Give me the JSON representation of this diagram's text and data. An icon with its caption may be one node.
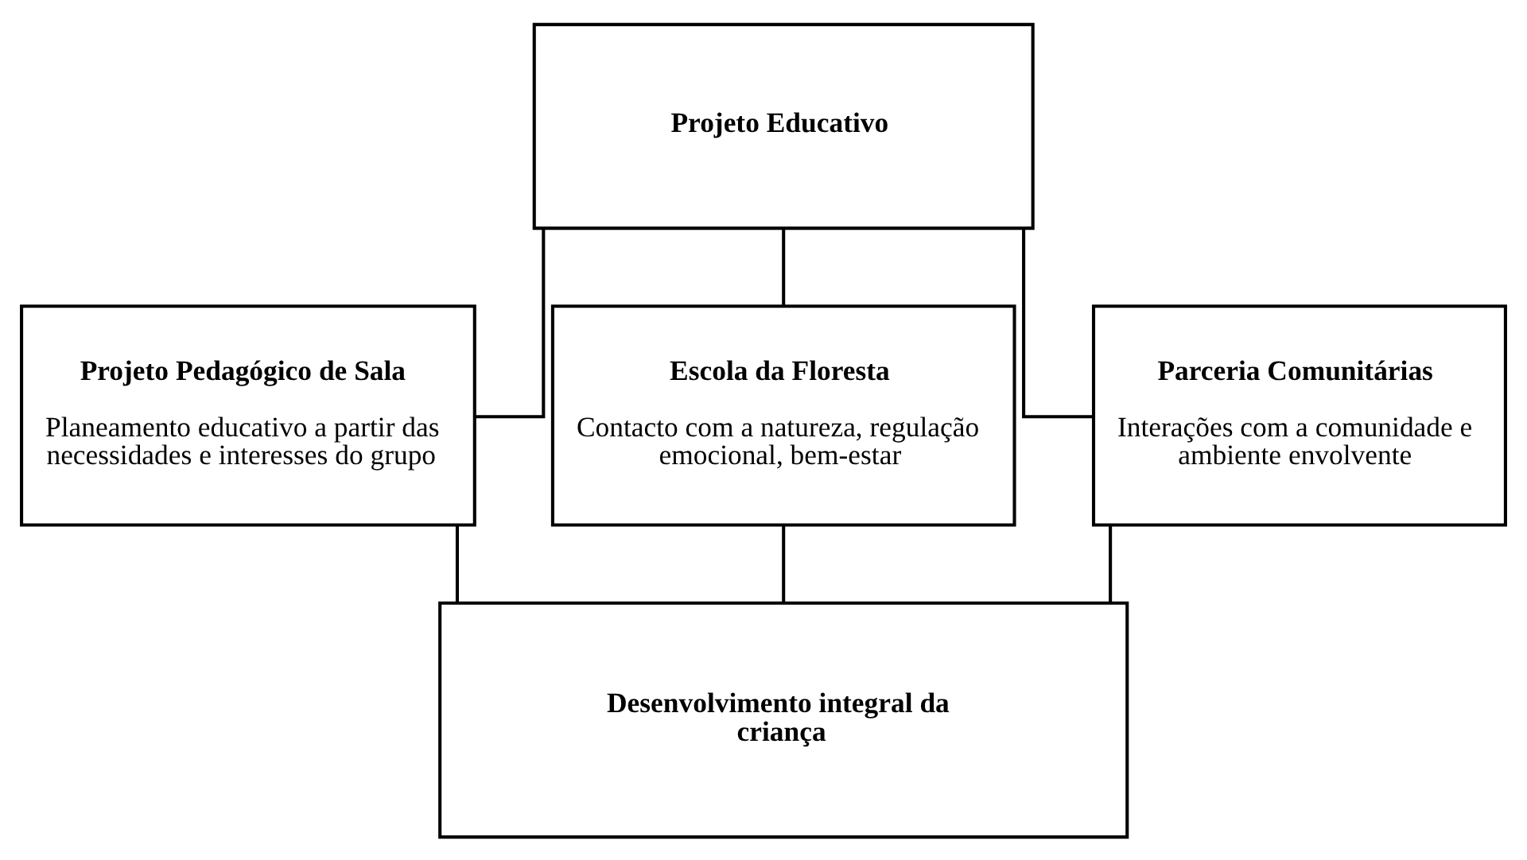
{
  "diagram": {
    "nodes": [
      {
        "text": [
          "Projeto Educativo"
        ]
      },
      {
        "text": [
          "Projeto Pedagógico de Sala",
          "Planeamento educativo a partir das necessidades e interesses do grupo"
        ]
      },
      {
        "text": [
          "Escola da Floresta",
          "Contacto com a natureza, regulação emocional, bem-estar"
        ]
      },
      {
        "text": [
          "Parceria Comunitárias",
          "Interações com a comunidade e ambiente envolvente"
        ]
      },
      {
        "text": [
          "Desenvolvimento integral da criança"
        ]
      }
    ],
    "edges": [
      {
        "from": 0,
        "to": 1,
        "arrow": "none"
      },
      {
        "from": 0,
        "to": 2,
        "arrow": "none"
      },
      {
        "from": 0,
        "to": 3,
        "arrow": "none"
      },
      {
        "from": 1,
        "to": 4,
        "arrow": "none"
      },
      {
        "from": 2,
        "to": 4,
        "arrow": "none"
      },
      {
        "from": 3,
        "to": 4,
        "arrow": "none"
      }
    ]
  }
}
